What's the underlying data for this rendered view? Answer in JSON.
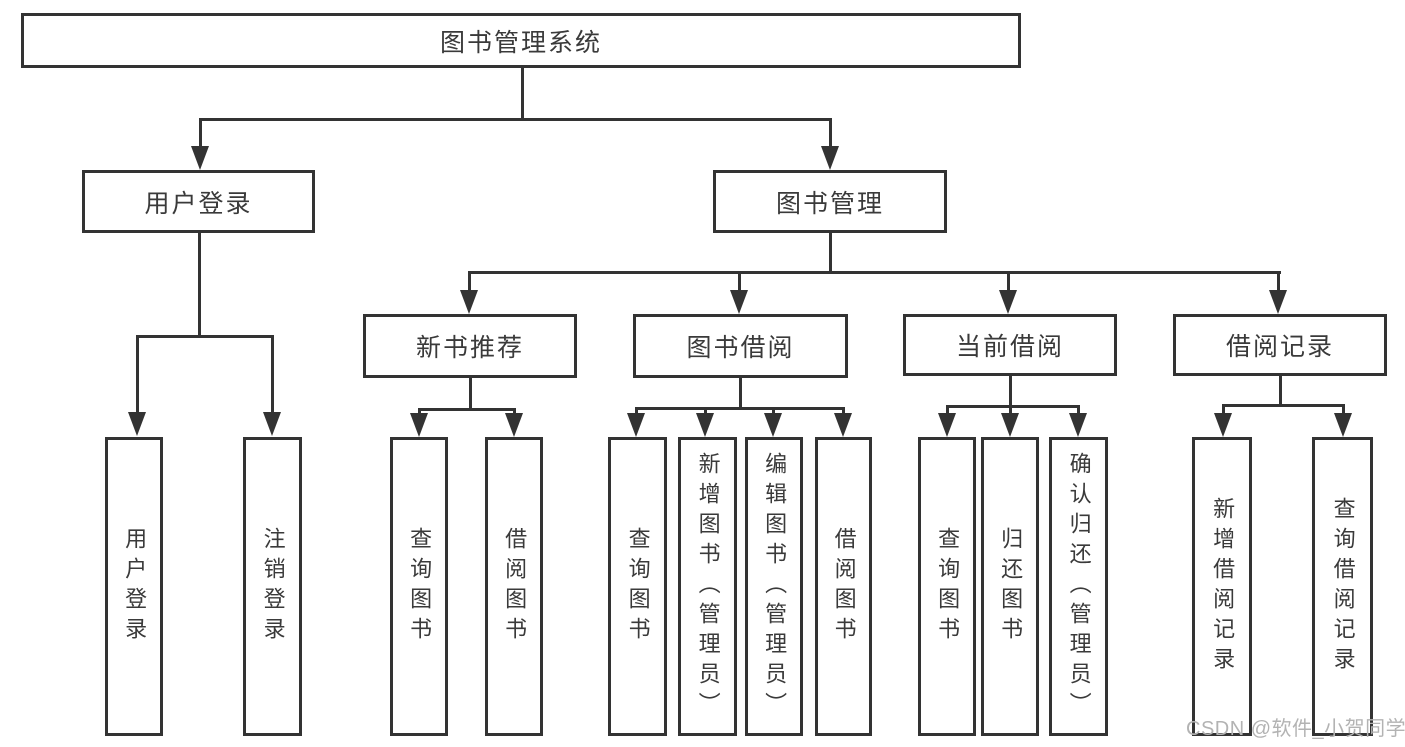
{
  "nodes": {
    "root": "图书管理系统",
    "user_login": "用户登录",
    "book_mgmt": "图书管理",
    "recommend": "新书推荐",
    "borrow": "图书借阅",
    "current": "当前借阅",
    "records": "借阅记录",
    "login_children": [
      "用户登录",
      "注销登录"
    ],
    "recommend_children": [
      "查询图书",
      "借阅图书"
    ],
    "borrow_children": [
      "查询图书",
      "新增图书（管理员）",
      "编辑图书（管理员）",
      "借阅图书"
    ],
    "current_children": [
      "查询图书",
      "归还图书",
      "确认归还（管理员）"
    ],
    "records_children": [
      "新增借阅记录",
      "查询借阅记录"
    ]
  },
  "watermark": "CSDN @软件_小贺同学",
  "colors": {
    "line": "#333333",
    "text": "#3a3a3a",
    "watermark": "#b3b3b3",
    "background": "#ffffff"
  }
}
